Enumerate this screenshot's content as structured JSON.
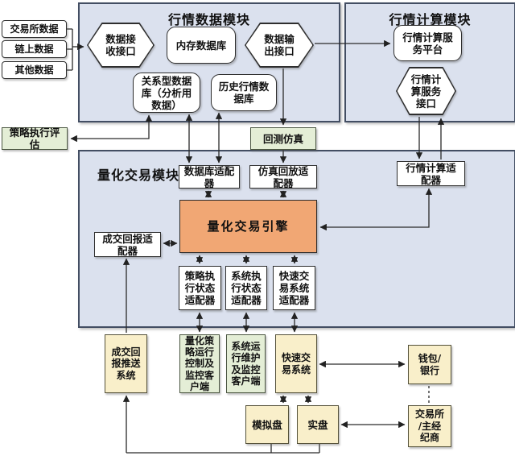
{
  "modules": {
    "market_data": {
      "title": "行情数据模块"
    },
    "market_calc": {
      "title": "行情计算模块"
    },
    "quant_trading": {
      "title": "量化交易模块"
    }
  },
  "nodes": {
    "src_exchange": {
      "label": "交易所数据",
      "shape": "rounded-rect",
      "fill": "white"
    },
    "src_chain": {
      "label": "链上数据",
      "shape": "rounded-rect",
      "fill": "white"
    },
    "src_other": {
      "label": "其他数据",
      "shape": "rounded-rect",
      "fill": "white"
    },
    "hex_receive": {
      "label": "数据接\n收接口",
      "shape": "hexagon",
      "fill": "white"
    },
    "mem_db": {
      "label": "内存数据库",
      "shape": "rounded-rect",
      "fill": "white"
    },
    "hex_output": {
      "label": "数据输\n出接口",
      "shape": "hexagon",
      "fill": "white"
    },
    "rel_db": {
      "label": "关系型数据\n库（分析用\n数据）",
      "shape": "rounded-rect",
      "fill": "white"
    },
    "hist_db": {
      "label": "历史行情数\n据库",
      "shape": "rounded-rect",
      "fill": "white"
    },
    "calc_platform": {
      "label": "行情计算服\n务平台",
      "shape": "rounded-rect",
      "fill": "white"
    },
    "hex_calc_interface": {
      "label": "行情计\n算服务\n接口",
      "shape": "hexagon",
      "fill": "white"
    },
    "strategy_eval": {
      "label": "策略执行评\n估",
      "shape": "rect",
      "fill": "green"
    },
    "backtest_sim": {
      "label": "回测仿真",
      "shape": "rect",
      "fill": "green"
    },
    "adapter_db": {
      "label": "数据库适配\n器",
      "shape": "rect",
      "fill": "white"
    },
    "adapter_replay": {
      "label": "仿真回放适\n配器",
      "shape": "rect",
      "fill": "white"
    },
    "adapter_calc": {
      "label": "行情计算适\n配器",
      "shape": "rect",
      "fill": "white"
    },
    "adapter_report": {
      "label": "成交回报适\n配器",
      "shape": "rect",
      "fill": "white"
    },
    "adapter_strategy_status": {
      "label": "策略执\n行状态\n适配器",
      "shape": "rect",
      "fill": "white"
    },
    "adapter_system_status": {
      "label": "系统执\n行状态\n适配器",
      "shape": "rect",
      "fill": "white"
    },
    "adapter_fast_trade": {
      "label": "快速交\n易系统\n适配器",
      "shape": "rect",
      "fill": "white"
    },
    "engine": {
      "label": "量化交易引擎",
      "shape": "rect",
      "fill": "orange"
    },
    "push_system": {
      "label": "成交回\n报推送\n系统",
      "shape": "rect",
      "fill": "yellow"
    },
    "client_strategy": {
      "label": "量化策\n略运行\n控制及\n监控客\n户端",
      "shape": "rect",
      "fill": "green"
    },
    "client_system": {
      "label": "系统运\n行维护\n及监控\n客户端",
      "shape": "rect",
      "fill": "green"
    },
    "fast_trade": {
      "label": "快速交\n易系统",
      "shape": "rect",
      "fill": "yellow"
    },
    "wallet_bank": {
      "label": "钱包/\n银行",
      "shape": "rect",
      "fill": "yellow"
    },
    "sim_disk": {
      "label": "模拟盘",
      "shape": "rect",
      "fill": "yellow"
    },
    "live_disk": {
      "label": "实盘",
      "shape": "rect",
      "fill": "yellow"
    },
    "exchange_broker": {
      "label": "交易所\n/主经\n纪商",
      "shape": "rect",
      "fill": "yellow"
    }
  },
  "connections": [
    {
      "from": "src_exchange,src_chain,src_other",
      "to": "hex_receive",
      "style": "arrow"
    },
    {
      "from": "hex_output",
      "to": "calc_platform",
      "style": "arrow"
    },
    {
      "from": "hex_output",
      "to": "backtest_sim",
      "style": "arrow"
    },
    {
      "from": "backtest_sim",
      "to": "adapter_replay",
      "style": "arrow"
    },
    {
      "from": "rel_db",
      "to": "adapter_db",
      "style": "double-arrow"
    },
    {
      "from": "hist_db",
      "to": "adapter_db",
      "style": "double-arrow"
    },
    {
      "from": "rel_db",
      "to": "strategy_eval",
      "style": "double-arrow-bent"
    },
    {
      "from": "hex_calc_interface",
      "to": "adapter_calc",
      "style": "arrow"
    },
    {
      "from": "adapter_calc",
      "to": "hex_calc_interface",
      "style": "arrow"
    },
    {
      "from": "adapter_calc",
      "to": "engine",
      "style": "double-arrow-bent"
    },
    {
      "from": "adapter_db",
      "to": "engine",
      "style": "double-arrow"
    },
    {
      "from": "adapter_replay",
      "to": "engine",
      "style": "double-arrow"
    },
    {
      "from": "adapter_report",
      "to": "engine",
      "style": "double-arrow"
    },
    {
      "from": "engine",
      "to": "adapter_strategy_status",
      "style": "double-arrow"
    },
    {
      "from": "engine",
      "to": "adapter_system_status",
      "style": "double-arrow"
    },
    {
      "from": "engine",
      "to": "adapter_fast_trade",
      "style": "double-arrow"
    },
    {
      "from": "adapter_strategy_status",
      "to": "client_strategy",
      "style": "double-arrow"
    },
    {
      "from": "adapter_system_status",
      "to": "client_system",
      "style": "double-arrow"
    },
    {
      "from": "adapter_fast_trade",
      "to": "fast_trade",
      "style": "double-arrow"
    },
    {
      "from": "push_system",
      "to": "adapter_report",
      "style": "arrow"
    },
    {
      "from": "fast_trade",
      "to": "wallet_bank",
      "style": "double-arrow"
    },
    {
      "from": "fast_trade",
      "to": "sim_disk",
      "style": "double-arrow"
    },
    {
      "from": "fast_trade",
      "to": "live_disk",
      "style": "double-arrow"
    },
    {
      "from": "live_disk",
      "to": "exchange_broker",
      "style": "double-arrow"
    },
    {
      "from": "wallet_bank",
      "to": "exchange_broker",
      "style": "dashed-line"
    },
    {
      "from": "sim_disk,live_disk",
      "to": "push_system",
      "style": "arrow"
    }
  ],
  "colors": {
    "panel_fill": "#dbe1ee",
    "panel_border": "#434e63",
    "node_white": "#ffffff",
    "node_green": "#e4eed6",
    "node_yellow": "#f9efca",
    "node_orange": "#f1a774",
    "line": "#2a2a2a",
    "text": "#111111"
  }
}
